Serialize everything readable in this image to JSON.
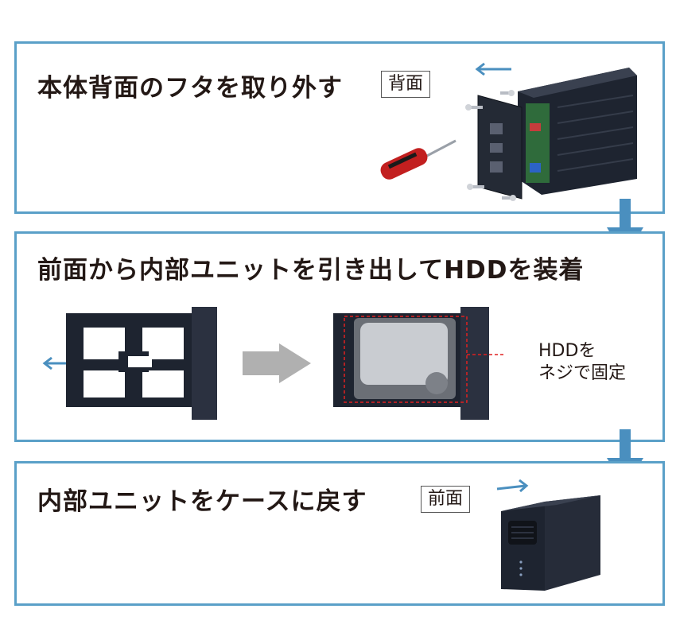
{
  "steps": [
    {
      "title": "本体背面のフタを取り外す",
      "tag": "背面"
    },
    {
      "title": "前面から内部ユニットを引き出してHDDを装着",
      "callout_line1": "HDDを",
      "callout_line2": "ネジで固定"
    },
    {
      "title": "内部ユニットをケースに戻す",
      "tag": "前面"
    }
  ],
  "colors": {
    "panel_border": "#5aa0c8",
    "flow_arrow": "#4a8fbf",
    "dashed_outline": "#e02020",
    "device_body": "#1e2430"
  },
  "icons": [
    "screwdriver-icon",
    "screw-icon",
    "left-arrow-icon",
    "right-arrow-icon",
    "down-arrow-icon",
    "gray-right-arrow-icon"
  ]
}
